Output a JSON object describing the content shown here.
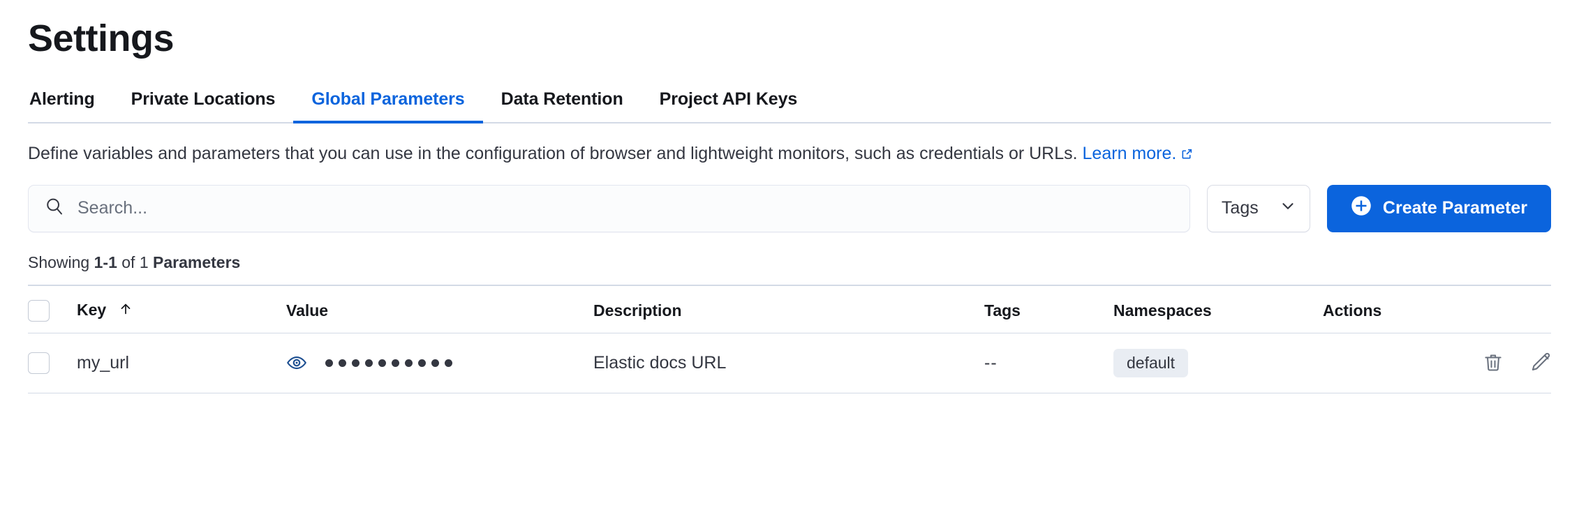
{
  "page": {
    "title": "Settings"
  },
  "tabs": [
    {
      "label": "Alerting",
      "active": false
    },
    {
      "label": "Private Locations",
      "active": false
    },
    {
      "label": "Global Parameters",
      "active": true
    },
    {
      "label": "Data Retention",
      "active": false
    },
    {
      "label": "Project API Keys",
      "active": false
    }
  ],
  "description": {
    "text": "Define variables and parameters that you can use in the configuration of browser and lightweight monitors, such as credentials or URLs. ",
    "link_label": "Learn more.",
    "external_icon": "external-link-icon"
  },
  "controls": {
    "search": {
      "placeholder": "Search...",
      "value": "",
      "icon": "search-icon"
    },
    "tags_select": {
      "label": "Tags",
      "icon": "chevron-down-icon"
    },
    "create_button": {
      "label": "Create Parameter",
      "icon": "plus-circle-icon"
    }
  },
  "results": {
    "showing_prefix": "Showing ",
    "range": "1-1",
    "of": " of ",
    "total": "1",
    "entity": " Parameters"
  },
  "table": {
    "columns": [
      {
        "key": "select",
        "label": "",
        "sorted": false
      },
      {
        "key": "key",
        "label": "Key",
        "sorted": true,
        "sort_icon": "sort-ascending-icon"
      },
      {
        "key": "value",
        "label": "Value",
        "sorted": false
      },
      {
        "key": "description",
        "label": "Description",
        "sorted": false
      },
      {
        "key": "tags",
        "label": "Tags",
        "sorted": false
      },
      {
        "key": "namespaces",
        "label": "Namespaces",
        "sorted": false
      },
      {
        "key": "actions",
        "label": "Actions",
        "sorted": false
      }
    ],
    "rows": [
      {
        "selected": false,
        "key": "my_url",
        "value_masked": true,
        "value_dots": 10,
        "value_toggle_icon": "eye-icon",
        "description": "Elastic docs URL",
        "tags": "--",
        "namespaces": "default",
        "actions": [
          {
            "name": "delete-icon"
          },
          {
            "name": "edit-icon"
          }
        ]
      }
    ]
  },
  "colors": {
    "accent": "#0b64dd",
    "text": "#343741",
    "heading": "#16181d",
    "border": "#d3dae6",
    "badge_bg": "#e9edf3",
    "search_bg": "#fbfcfd"
  }
}
